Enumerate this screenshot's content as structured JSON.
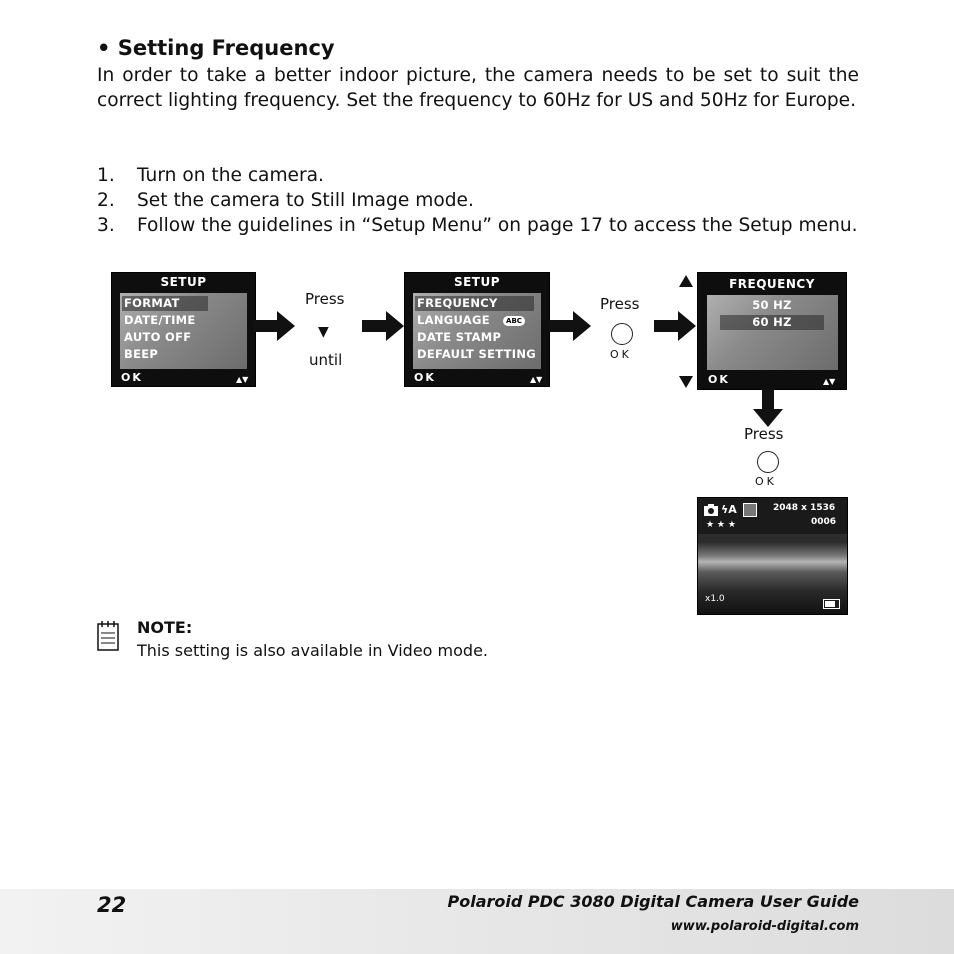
{
  "section": {
    "title": "• Setting Frequency",
    "paragraph": "In order to take a better indoor picture, the camera needs to be set to suit the correct lighting frequency. Set the frequency to 60Hz for US and 50Hz for Europe."
  },
  "steps": [
    {
      "num": "1.",
      "text": "Turn on the camera."
    },
    {
      "num": "2.",
      "text": "Set the camera to Still Image mode."
    },
    {
      "num": "3.",
      "text": "Follow the guidelines in “Setup Menu” on page 17 to access the Setup menu."
    }
  ],
  "screen1": {
    "title": "SETUP",
    "items": [
      "FORMAT",
      "DATE/TIME",
      "AUTO OFF",
      "BEEP"
    ],
    "ok": "OK"
  },
  "screen2": {
    "title": "SETUP",
    "items": [
      "FREQUENCY",
      "LANGUAGE",
      "DATE STAMP",
      "DEFAULT SETTING"
    ],
    "badge": "ABC",
    "ok": "OK"
  },
  "screen3": {
    "title": "FREQUENCY",
    "items": [
      "50 HZ",
      "60 HZ"
    ],
    "ok": "OK"
  },
  "screen4": {
    "resolution": "2048 x 1536",
    "count": "0006",
    "zoom": "x1.0",
    "quality": "★ ★ ★"
  },
  "labels": {
    "press": "Press",
    "until": "until",
    "down_glyph": "▼",
    "ok": "OK"
  },
  "note": {
    "title": "NOTE:",
    "text": "This setting is also available in Video mode."
  },
  "footer": {
    "page": "22",
    "guide": "Polaroid PDC 3080 Digital Camera User Guide",
    "url": "www.polaroid-digital.com"
  }
}
